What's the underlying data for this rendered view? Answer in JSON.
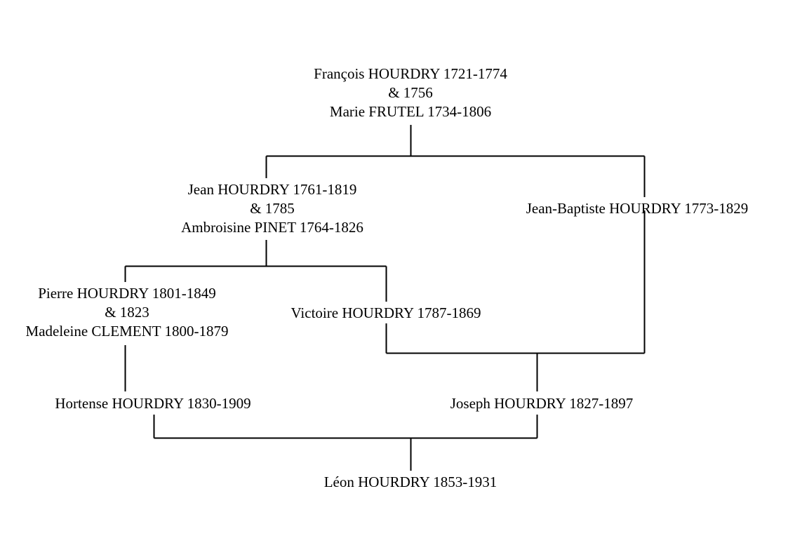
{
  "chart_data": {
    "type": "diagram",
    "title": "",
    "diagram_kind": "genealogy-descendant-tree",
    "surname_focus": "HOURDRY",
    "generations": 5,
    "background_color": "#ffffff",
    "text_color": "#000000",
    "line_color": "#000000",
    "line_width": 1.6
  },
  "nodes": {
    "gen1": {
      "id": "francois-hourdry",
      "person": "François HOURDRY 1721-1774",
      "union": "& 1756",
      "spouse": "Marie FRUTEL 1734-1806",
      "name_only": "François HOURDRY",
      "birth": "1721",
      "death": "1774",
      "marriage_year": "1756",
      "spouse_name": "Marie FRUTEL",
      "spouse_birth": "1734",
      "spouse_death": "1806"
    },
    "gen2_jean": {
      "id": "jean-hourdry",
      "person": "Jean HOURDRY 1761-1819",
      "union": "& 1785",
      "spouse": "Ambroisine PINET 1764-1826",
      "name_only": "Jean HOURDRY",
      "birth": "1761",
      "death": "1819",
      "marriage_year": "1785",
      "spouse_name": "Ambroisine PINET",
      "spouse_birth": "1764",
      "spouse_death": "1826"
    },
    "gen2_jeanbaptiste": {
      "id": "jean-baptiste-hourdry",
      "person": "Jean-Baptiste HOURDRY 1773-1829",
      "name_only": "Jean-Baptiste HOURDRY",
      "birth": "1773",
      "death": "1829"
    },
    "gen3_pierre": {
      "id": "pierre-hourdry",
      "person": "Pierre HOURDRY 1801-1849",
      "union": "& 1823",
      "spouse": "Madeleine CLEMENT 1800-1879",
      "name_only": "Pierre HOURDRY",
      "birth": "1801",
      "death": "1849",
      "marriage_year": "1823",
      "spouse_name": "Madeleine CLEMENT",
      "spouse_birth": "1800",
      "spouse_death": "1879"
    },
    "gen3_victoire": {
      "id": "victoire-hourdry",
      "person": "Victoire HOURDRY 1787-1869",
      "name_only": "Victoire HOURDRY",
      "birth": "1787",
      "death": "1869"
    },
    "gen4_hortense": {
      "id": "hortense-hourdry",
      "person": "Hortense HOURDRY 1830-1909",
      "name_only": "Hortense HOURDRY",
      "birth": "1830",
      "death": "1909"
    },
    "gen4_joseph": {
      "id": "joseph-hourdry",
      "person": "Joseph HOURDRY 1827-1897",
      "name_only": "Joseph HOURDRY",
      "birth": "1827",
      "death": "1897"
    },
    "gen5_leon": {
      "id": "leon-hourdry",
      "person": "Léon HOURDRY 1853-1931",
      "name_only": "Léon HOURDRY",
      "birth": "1853",
      "death": "1931"
    }
  },
  "edges": [
    {
      "name": "gen1-descent-stem",
      "from": "gen1",
      "to": "gen1-sibling-bar"
    },
    {
      "name": "gen1-sibling-bar",
      "from": "gen1",
      "to": [
        "gen2_jean",
        "gen2_jeanbaptiste"
      ]
    },
    {
      "name": "gen2-jean-descent-stem",
      "from": "gen2_jean",
      "to": "gen2-sibling-bar"
    },
    {
      "name": "gen2-sibling-bar",
      "from": "gen2_jean",
      "to": [
        "gen3_pierre",
        "gen3_victoire"
      ]
    },
    {
      "name": "victoire-jb-union-bar",
      "from": [
        "gen3_victoire",
        "gen2_jeanbaptiste"
      ],
      "to": "gen4_joseph"
    },
    {
      "name": "pierre-hortense-stem",
      "from": "gen3_pierre",
      "to": "gen4_hortense"
    },
    {
      "name": "hortense-joseph-union-bar",
      "from": [
        "gen4_hortense",
        "gen4_joseph"
      ],
      "to": "gen5_leon"
    }
  ]
}
